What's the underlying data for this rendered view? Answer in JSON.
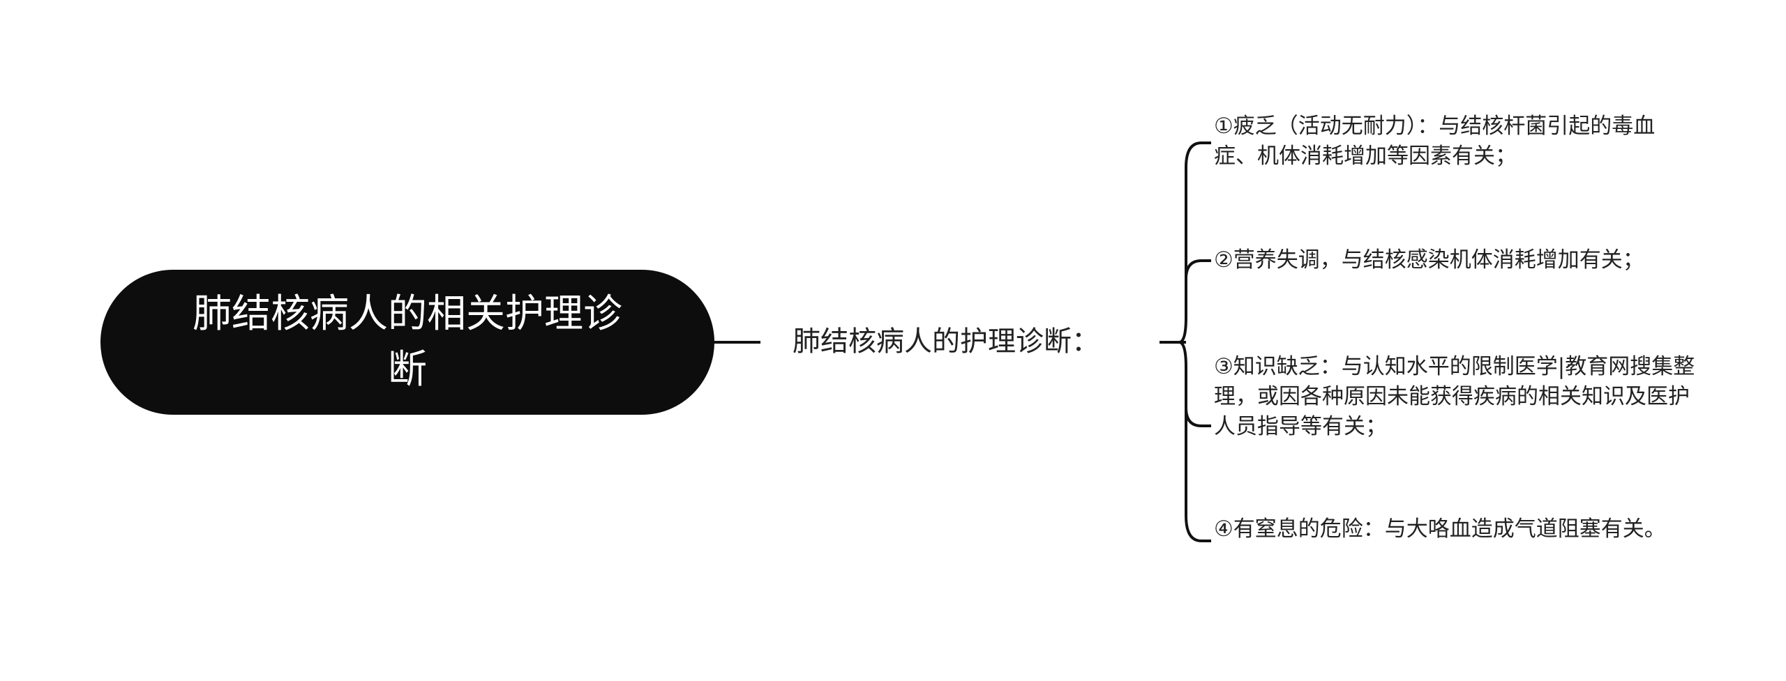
{
  "root": {
    "label": "肺结核病人的相关护理诊断"
  },
  "branch": {
    "label": "肺结核病人的护理诊断："
  },
  "leaves": [
    {
      "label": "①疲乏（活动无耐力）：与结核杆菌引起的毒血症、机体消耗增加等因素有关；"
    },
    {
      "label": "②营养失调，与结核感染机体消耗增加有关；"
    },
    {
      "label": "③知识缺乏：与认知水平的限制医学|教育网搜集整理，或因各种原因未能获得疾病的相关知识及医护人员指导等有关；"
    },
    {
      "label": "④有窒息的危险：与大咯血造成气道阻塞有关。"
    }
  ],
  "colors": {
    "root_fill": "#0d0d0d",
    "root_text": "#ffffff",
    "line": "#111111",
    "text": "#222222",
    "background": "#ffffff"
  }
}
